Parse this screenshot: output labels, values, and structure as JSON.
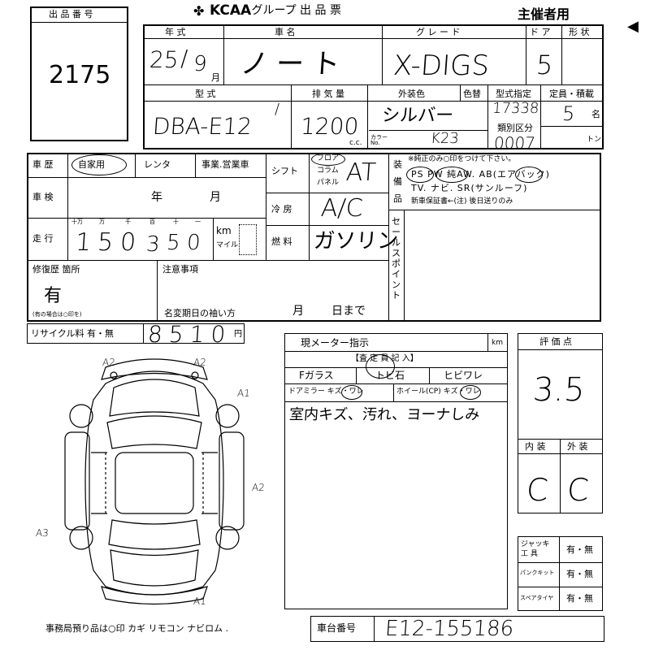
{
  "header": {
    "lot_label": "出 品 番 号",
    "lot_number": "2175",
    "org": "KCAA",
    "title": ".グループ 出 品 票",
    "role": "主催者用"
  },
  "row1": {
    "year_label": "年 式",
    "year_value": "25",
    "month_value": "9",
    "month_unit": "月",
    "car_name_label": "車 名",
    "car_name_value": "ノート",
    "grade_label": "グ レ ー ド",
    "grade_value": "X-DIGS",
    "doors_label": "ド ア",
    "doors_value": "5",
    "shape_label": "形 状"
  },
  "row2": {
    "model_label": "型 式",
    "model_value": "DBA-E12",
    "displacement_label": "排 気 量",
    "displacement_value": "1200",
    "cc_unit": "c.c.",
    "exterior_color_label": "外装色",
    "exterior_color_value": "シルバー",
    "color_change_label": "色替",
    "color_no_label": "カラー No.",
    "color_no_value": "K23",
    "type_designation_label": "型式指定",
    "type_designation_value": "17338",
    "class_label": "類別区分",
    "class_value": "0007",
    "capacity_label": "定員・積載",
    "capacity_value": "5",
    "capacity_unit": "名",
    "ton_unit": "トン"
  },
  "history": {
    "label": "車 歴",
    "options": [
      "自家用",
      "レンタ",
      "事業.営業車"
    ],
    "selected": "自家用"
  },
  "inspection": {
    "label": "車 検",
    "year_unit": "年",
    "month_unit": "月"
  },
  "mileage": {
    "label": "走 行",
    "digit_labels": [
      "十万",
      "万",
      "千",
      "百",
      "十",
      "一"
    ],
    "digits": [
      "1",
      "5",
      "0",
      "3",
      "5",
      "0"
    ],
    "km_label": "km",
    "mile_label": "マイル"
  },
  "shift": {
    "label": "シフト",
    "options": [
      "フロア",
      "コラム",
      "パネル"
    ],
    "value": "AT"
  },
  "aircon": {
    "label": "冷 房",
    "value": "A/C"
  },
  "fuel": {
    "label": "燃 料",
    "value": "ガソリン"
  },
  "equipment": {
    "label": "装 備 品",
    "note": "※純正のみ○印をつけて下さい。",
    "row1": "PS PW 純AW. AB(エアバック)",
    "row2": "TV. ナビ. SR(サンルーフ)",
    "warranty_label": "新車保証書←(注) 後日送りのみ",
    "circled": [
      "PS",
      "PW",
      "AB"
    ]
  },
  "sales_point": {
    "label": "セールスポイント"
  },
  "repair": {
    "label": "修復歴 箇所",
    "value": "有",
    "note": "(有の場合は○印を)"
  },
  "notes": {
    "label": "注意事項",
    "name_change_label": "名変期日の袖い方",
    "month_unit": "月",
    "day_unit": "日まで"
  },
  "recycle": {
    "label": "リサイクル料 有・無",
    "value": "8510",
    "yen_unit": "円"
  },
  "meter": {
    "label": "現メーター指示",
    "km_unit": "km"
  },
  "inspector": {
    "title": "【査 定 員 記 入】",
    "f_glass": "Fガラス",
    "tobi_ishi": "トビ石",
    "hibi_ware": "ヒビワレ",
    "door_mirror": "ドアミラー キズ・ワレ",
    "wheel": "ホイール(CP) キズ・ワレ",
    "comment": "室内キズ、汚れ、ヨーナしみ"
  },
  "scores": {
    "score_label": "評 価 点",
    "score_value": "3.5",
    "interior_label": "内 装",
    "interior_value": "C",
    "exterior_label": "外 装",
    "exterior_value": "C"
  },
  "accessories": [
    {
      "label": "ジャッキ 工 具",
      "value": "有・無"
    },
    {
      "label": "パンクキット",
      "value": "有・無"
    },
    {
      "label": "スペアタイヤ",
      "value": "有・無"
    }
  ],
  "diagram_marks": [
    "A2",
    "A2",
    "A1",
    "A2",
    "A3",
    "A1"
  ],
  "office": {
    "text": "事務局預り品は○印 カギ リモコン ナビロム ."
  },
  "chassis": {
    "label": "車台番号",
    "value": "E12-155186"
  }
}
